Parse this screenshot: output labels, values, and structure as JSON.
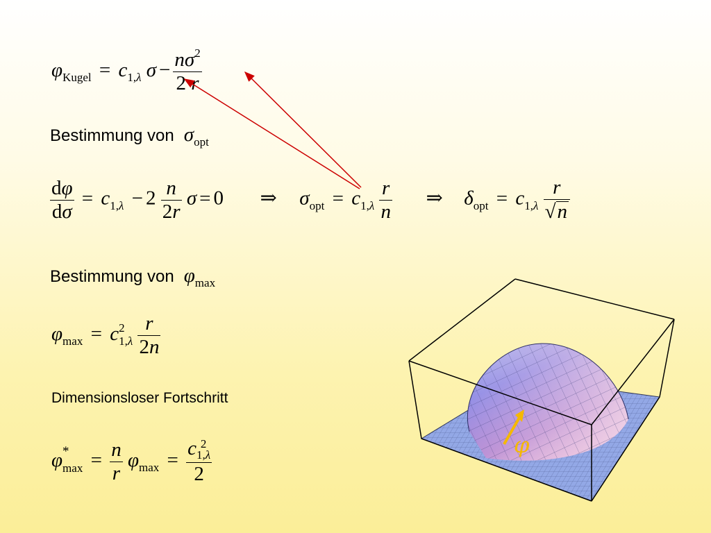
{
  "labels": {
    "bestimmung_sigma": "Bestimmung von",
    "bestimmung_phi": "Bestimmung von",
    "dimensionslos": "Dimensionsloser Fortschritt"
  },
  "symbols": {
    "phi": "φ",
    "sigma": "σ",
    "delta": "δ",
    "lambda": "λ",
    "kugel": "Kugel",
    "opt": "opt",
    "max": "max",
    "c": "c",
    "n": "n",
    "r": "r",
    "star": "*",
    "eq": "=",
    "minus": "−",
    "implies": "⇒",
    "zero": "0",
    "two": "2",
    "one_comma": "1,",
    "d": "d"
  },
  "figure": {
    "marker_label": "φ",
    "colors": {
      "arrow": "#cc0000",
      "marker": "#f5b800",
      "base": "#8fa6e8",
      "dome_top": "#8b8be6",
      "dome_bottom": "#e6b3d6"
    }
  }
}
